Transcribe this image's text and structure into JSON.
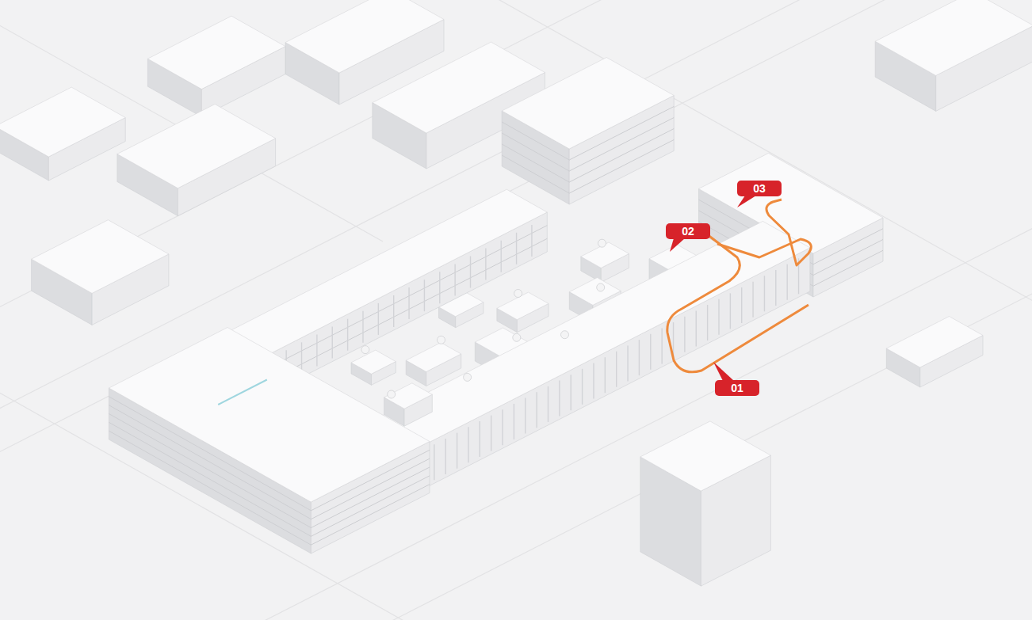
{
  "diagram": {
    "labels": [
      "01",
      "02",
      "03"
    ]
  }
}
